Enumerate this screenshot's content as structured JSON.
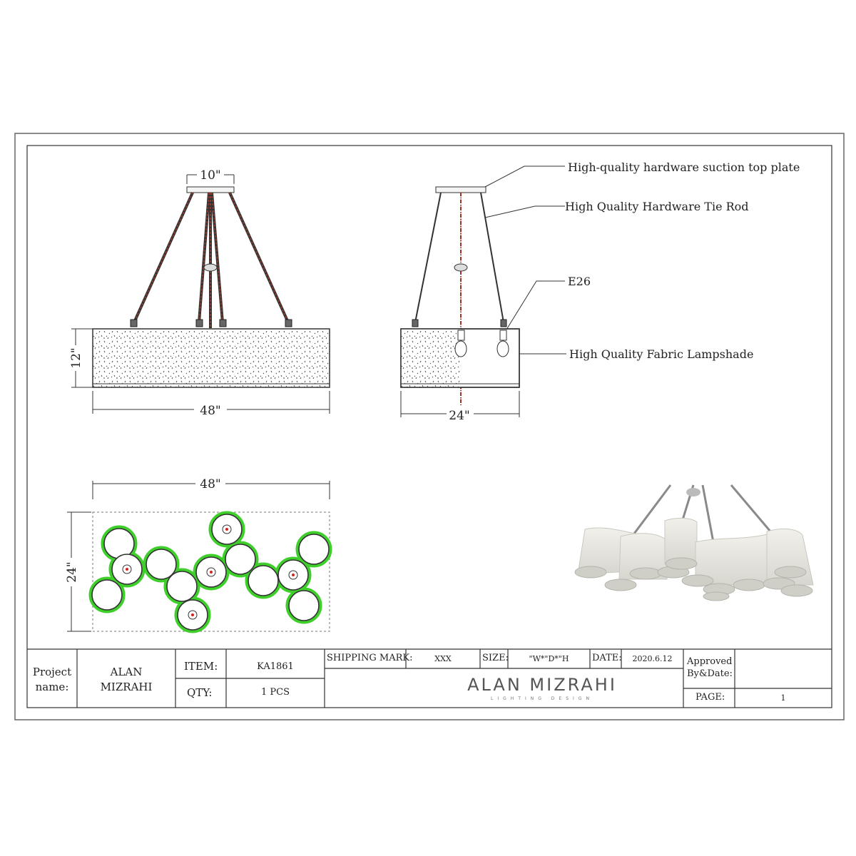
{
  "drawing": {
    "front_view": {
      "top_plate_width": "10\"",
      "height": "12\"",
      "width": "48\""
    },
    "side_view": {
      "width": "24\""
    },
    "plan_view": {
      "width": "48\"",
      "depth": "24\""
    },
    "callouts": [
      "High-quality hardware suction top plate",
      "High Quality Hardware Tie Rod",
      "E26",
      "High Quality Fabric Lampshade"
    ]
  },
  "title_block": {
    "project_label": "Project name:",
    "project_name": "ALAN MIZRAHI",
    "item_label": "ITEM:",
    "item_value": "KA1861",
    "qty_label": "QTY:",
    "qty_value": "1 PCS",
    "shipping_label": "SHIPPING MARK:",
    "shipping_value": "XXX",
    "size_label": "SIZE:",
    "size_value": "\"W*\"D*\"H",
    "date_label": "DATE:",
    "date_value": "2020.6.12",
    "approved_label": "Approved By&Date:",
    "page_label": "PAGE:",
    "page_value": "1",
    "brand_name": "ALAN MIZRAHI",
    "brand_tagline": "LIGHTING DESIGN"
  },
  "colors": {
    "line": "#333333",
    "rope": "#8a3a2c",
    "outline_green": "#3ecf2b",
    "socket_red": "#d62020",
    "shade": "#e9e8e2"
  }
}
